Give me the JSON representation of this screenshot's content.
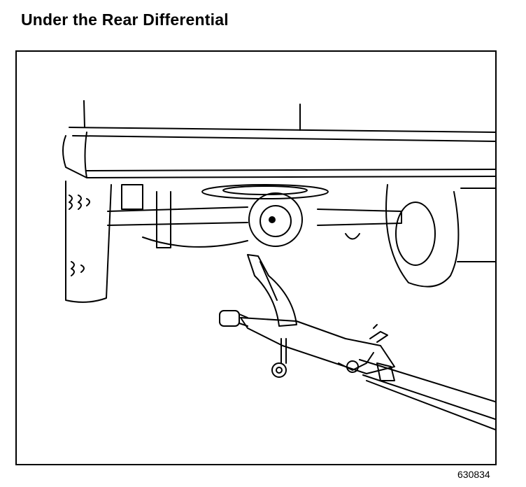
{
  "title": "Under the Rear Differential",
  "figure_id": "630834",
  "illustration": {
    "icon": "rear-differential-jack-illustration",
    "line_color": "#000000",
    "background": "#ffffff"
  }
}
